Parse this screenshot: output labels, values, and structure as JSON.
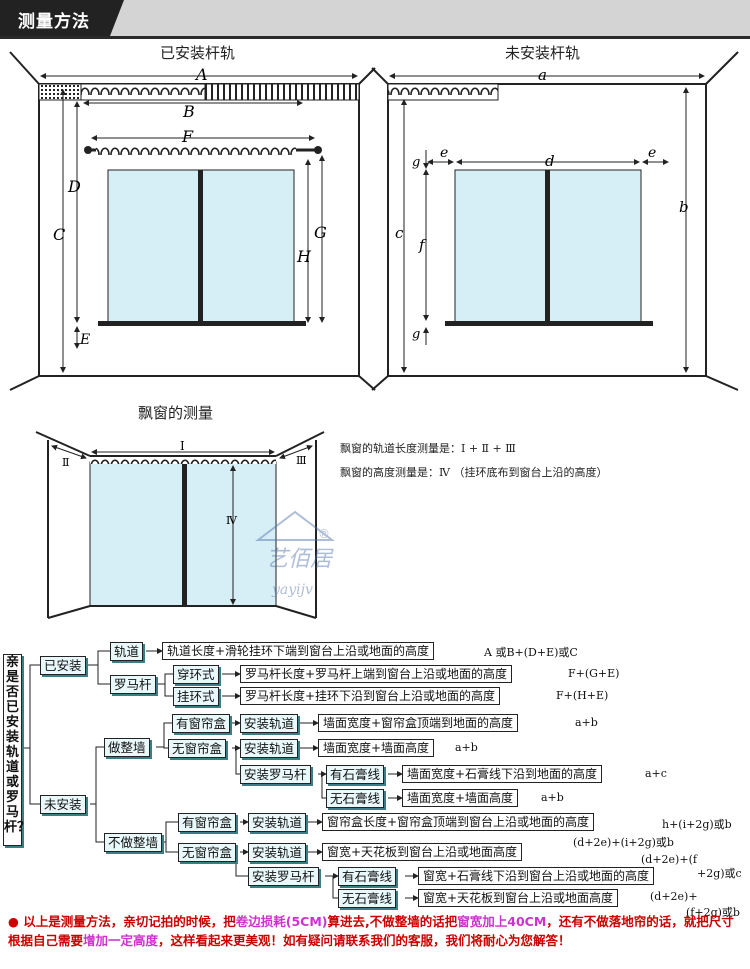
{
  "header": {
    "title": "测量方法"
  },
  "diagram1": {
    "title": "已安装杆轨",
    "labels": {
      "A": "A",
      "B": "B",
      "C": "C",
      "D": "D",
      "E": "E",
      "F": "F",
      "G": "G",
      "H": "H"
    }
  },
  "diagram2": {
    "title": "未安装杆轨",
    "labels": {
      "a": "a",
      "b": "b",
      "c": "c",
      "d": "d",
      "e1": "e",
      "e2": "e",
      "f": "f",
      "g1": "g",
      "g2": "g"
    }
  },
  "diagram3": {
    "title": "飘窗的测量",
    "labels": {
      "I": "I",
      "II": "Ⅱ",
      "III": "Ⅲ",
      "IV": "Ⅳ"
    },
    "note1": "飘窗的轨道长度测量是：I + Ⅱ + Ⅲ",
    "note2": "飘窗的高度测量是：Ⅳ （挂环底布到窗台上沿的高度）"
  },
  "watermark": {
    "cn": "艺佰居",
    "en": "yayijv",
    "reg": "®"
  },
  "tree": {
    "question": "亲是否已安装轨道或罗马杆？",
    "installed": "已安装",
    "not_installed": "未安装",
    "track": "轨道",
    "roman": "罗马杆",
    "pass_ring": "穿环式",
    "hang_ring": "挂环式",
    "whole_wall": "做整墙",
    "not_whole_wall": "不做整墙",
    "has_box": "有窗帘盒",
    "no_box": "无窗帘盒",
    "install_track": "安装轨道",
    "install_roman": "安装罗马杆",
    "has_gypsum": "有石膏线",
    "no_gypsum": "无石膏线",
    "d_track": "轨道长度+滑轮挂环下端到窗台上沿或地面的高度",
    "d_pass": "罗马杆长度+罗马杆上端到窗台上沿或地面的高度",
    "d_hang": "罗马杆长度+挂环下沿到窗台上沿或地面的高度",
    "d_w1": "墙面宽度+窗帘盒顶端到地面的高度",
    "d_w2": "墙面宽度+墙面高度",
    "d_w3": "墙面宽度+石膏线下沿到地面的高度",
    "d_w4": "墙面宽度+墙面高度",
    "d_n1": "窗帘盒长度+窗帘盒顶端到窗台上沿或地面的高度",
    "d_n2": "窗宽+天花板到窗台上沿或地面高度",
    "d_n3": "窗宽+石膏线下沿到窗台上沿或地面的高度",
    "d_n4": "窗宽+天花板到窗台上沿或地面高度",
    "r_track": "A 或B+(D+E)或C",
    "r_pass": "F+(G+E)",
    "r_hang": "F+(H+E)",
    "r_w1": "a+b",
    "r_w2": "a+b",
    "r_w3": "a+c",
    "r_w4": "a+b",
    "r_n1": "h+(i+2g)或b",
    "r_n2": "(d+2e)+(i+2g)或b",
    "r_n3a": "(d+2e)+(f",
    "r_n3b": "+2g)或c",
    "r_n4a": "(d+2e)+",
    "r_n4b": "(f+2g)或b"
  },
  "note": {
    "p1": "● 以上是测量方法，亲切记拍的时候，把",
    "p2": "卷边损耗(5CM)",
    "p3": "算进去,不做整墙的话把",
    "p4": "窗宽加上40CM",
    "p5": "，还有不做落地帘的话，就把尺寸根据自己需要",
    "p6": "增加一定高度",
    "p7": "，这样看起来更美观！如有疑问请联系我们的客服，我们将耐心为您解答！"
  },
  "colors": {
    "glass": "#d6eef6",
    "band": "#d4d4d4",
    "dark": "#222222",
    "note": "#cc0000",
    "highlight": "#cc33cc"
  }
}
